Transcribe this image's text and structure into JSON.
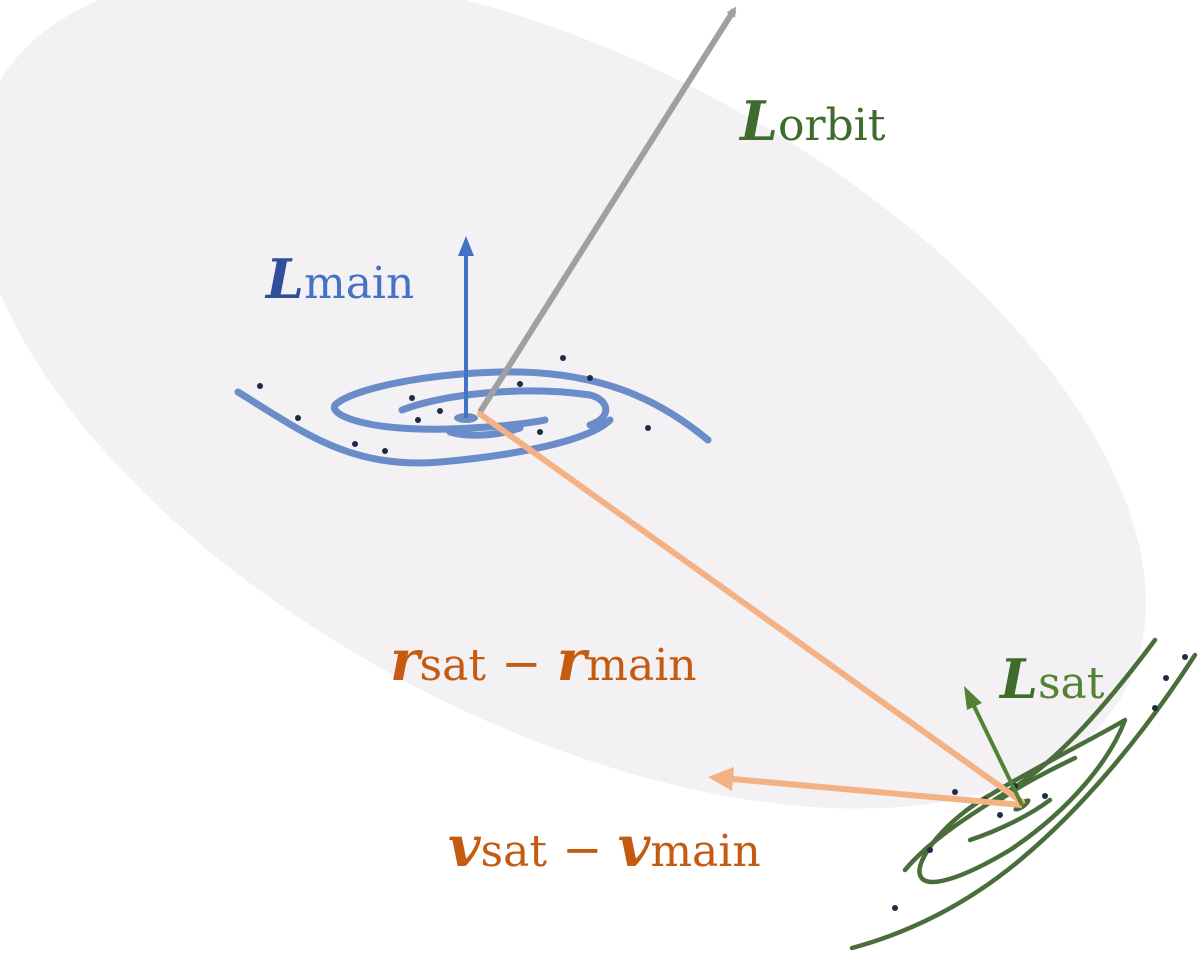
{
  "labels": {
    "L_orbit": {
      "symbol": "L",
      "sub": "orbit"
    },
    "L_main": {
      "symbol": "L",
      "sub": "main"
    },
    "L_sat": {
      "symbol": "L",
      "sub": "sat"
    },
    "r_diff": {
      "s1": "r",
      "sub1": "sat",
      "op": " − ",
      "s2": "r",
      "sub2": "main"
    },
    "v_diff": {
      "s1": "v",
      "sub1": "sat",
      "op": " − ",
      "s2": "v",
      "sub2": "main"
    }
  },
  "colors": {
    "orbit_plane": "#f3f1f3",
    "main_galaxy": "#6a8cc8",
    "main_arrow": "#4472c4",
    "main_text": "#2f4f9a",
    "orbit_arrow": "#a0a0a0",
    "sat_galaxy": "#4a6e3a",
    "sat_arrow": "#548235",
    "sat_text": "#3f6b2c",
    "rel_vectors": "#f4b183",
    "rel_text": "#c55a11",
    "dots": "#1f2a44"
  }
}
